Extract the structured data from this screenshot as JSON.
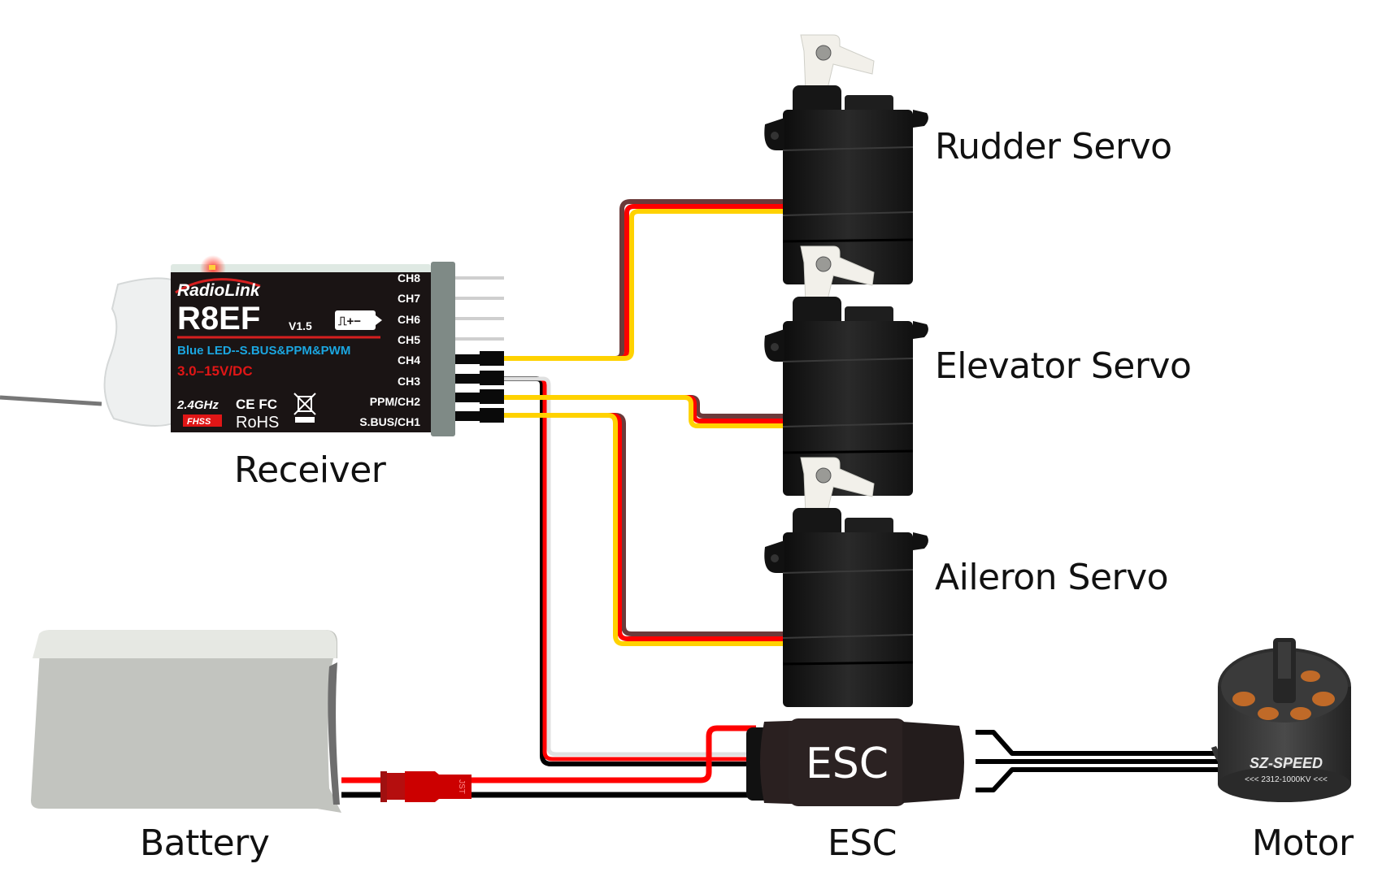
{
  "diagram": {
    "title": "RC Airplane Wiring",
    "labels": {
      "rudder_servo": "Rudder Servo",
      "elevator_servo": "Elevator Servo",
      "aileron_servo": "Aileron Servo",
      "receiver": "Receiver",
      "battery": "Battery",
      "esc": "ESC",
      "motor": "Motor"
    },
    "receiver": {
      "brand": "RadioLink",
      "model": "R8EF",
      "version": "V1.5",
      "signal_icon_text": "⎍+−",
      "modes": "Blue LED--S.BUS&PPM&PWM",
      "voltage": "3.0–15V/DC",
      "band": "2.4GHz",
      "certs": "CE FC",
      "fhss": "FHSS",
      "rohs": "RoHS",
      "channels": [
        "CH8",
        "CH7",
        "CH6",
        "CH5",
        "CH4",
        "CH3",
        "PPM/CH2",
        "S.BUS/CH1"
      ]
    },
    "esc_body_text": "ESC",
    "connector_text": "JST",
    "motor_brand": "SZ-SPEED",
    "motor_model": "<<< 2312-1000KV <<<",
    "connections": [
      {
        "from": "CH4",
        "to": "Rudder Servo"
      },
      {
        "from": "CH3",
        "to": "ESC"
      },
      {
        "from": "PPM/CH2",
        "to": "Elevator Servo"
      },
      {
        "from": "S.BUS/CH1",
        "to": "Aileron Servo"
      },
      {
        "from": "Battery",
        "to": "ESC"
      },
      {
        "from": "ESC",
        "to": "Motor"
      }
    ],
    "colors": {
      "signal": "#ffd200",
      "power": "#ff0000",
      "ground": "#6b3a3a",
      "esc_signal": "#e0e0e0",
      "black": "#000000"
    }
  }
}
